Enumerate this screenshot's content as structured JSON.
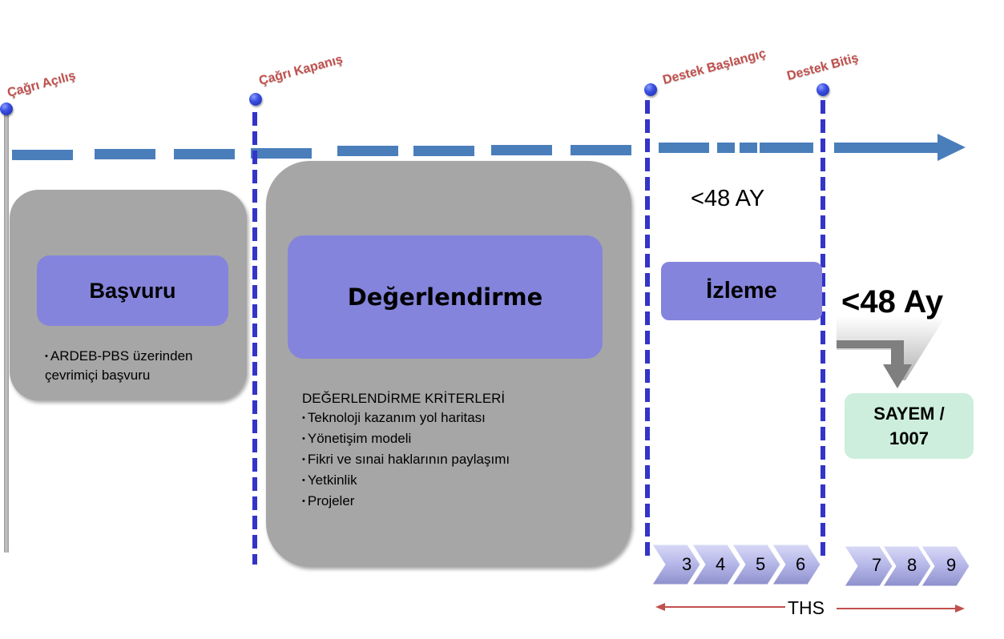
{
  "milestones": [
    {
      "label": "Çağrı Açılış"
    },
    {
      "label": "Çağrı Kapanış"
    },
    {
      "label": "Destek Başlangıç"
    },
    {
      "label": "Destek Bitiş"
    }
  ],
  "phases": {
    "application": {
      "title": "Başvuru",
      "bullets": [
        "ARDEB-PBS üzerinden çevrimiçi başvuru"
      ]
    },
    "evaluation": {
      "title": "Değerlendirme",
      "criteria_heading": "DEĞERLENDİRME KRİTERLERİ",
      "criteria": [
        "Teknoloji kazanım yol haritası",
        "Yönetişim modeli",
        "Fikri ve sınai haklarının paylaşımı",
        "Yetkinlik",
        "Projeler"
      ]
    },
    "monitoring": {
      "duration": "<48 AY",
      "title": "İzleme"
    },
    "followup": {
      "duration": "<48 Ay",
      "program": "SAYEM / 1007"
    }
  },
  "trl_chevrons": {
    "group1": [
      "3",
      "4",
      "5",
      "6"
    ],
    "group2": [
      "7",
      "8",
      "9"
    ],
    "range_label": "THS"
  },
  "colors": {
    "milestone_label": "#c0504d",
    "timeline_arrow": "#4a7ebb",
    "milestone_line": "#3434c8",
    "phase_box": "#a6a6a6",
    "phase_title_box": "#8484dc",
    "program_box": "#cdeedd",
    "chevron": "#b4b6e8",
    "range_arrow": "#c0504d"
  }
}
